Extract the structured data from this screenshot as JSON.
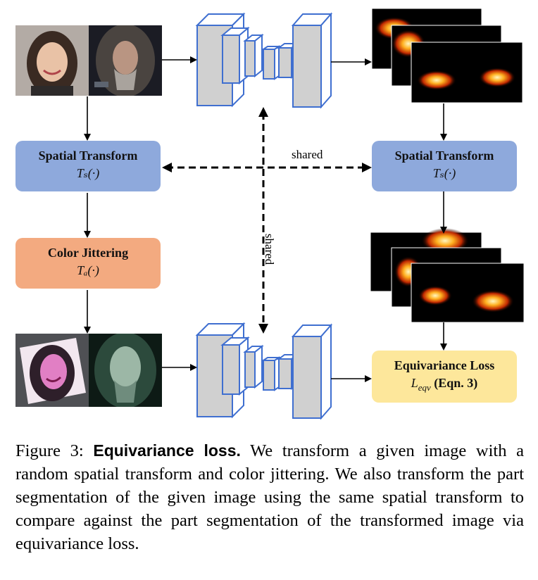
{
  "figure": {
    "modules": {
      "spatial_left": {
        "title": "Spatial Transform",
        "fn": "Tₛ(·)"
      },
      "spatial_right": {
        "title": "Spatial Transform",
        "fn": "Tₛ(·)"
      },
      "color": {
        "title": "Color Jittering",
        "fn": "Tₐ(·)"
      },
      "loss": {
        "title": "Equivariance Loss",
        "fn": "L",
        "fn_sub": "eqv",
        "ref": "(Eqn. 3)"
      }
    },
    "labels": {
      "shared_h": "shared",
      "shared_v": "shared"
    },
    "colors": {
      "spatial": "#8ea9dc",
      "color_jitter": "#f3aa80",
      "loss": "#fde79b",
      "network_stroke": "#3f6fd0",
      "network_fill": "#d0d0d0"
    }
  },
  "caption": {
    "prefix": "Figure 3: ",
    "bold": "Equivariance loss.",
    "text": " We transform a given image with a random spatial transform and color jittering. We also transform the part segmentation of the given image using the same spatial transform to compare against the part segmentation of the transformed image via equivariance loss."
  }
}
